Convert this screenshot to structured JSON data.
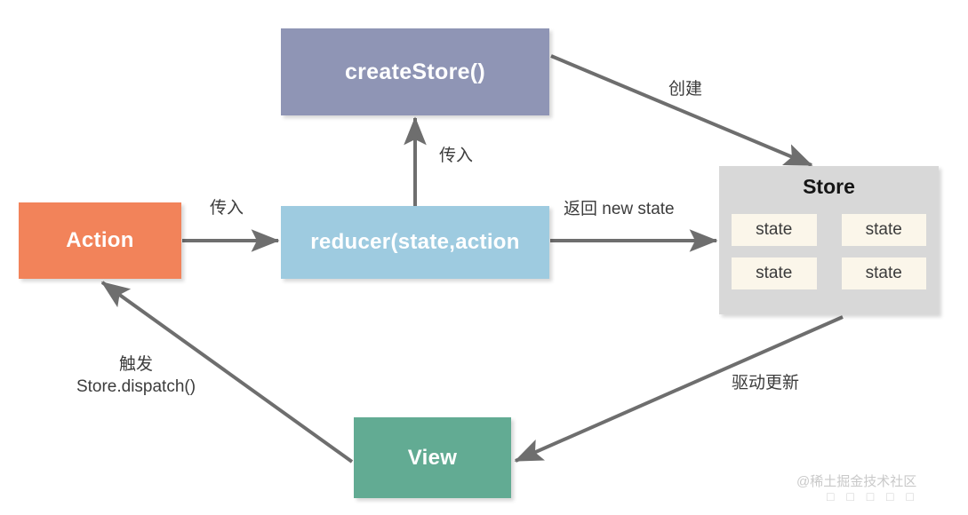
{
  "diagram": {
    "title": "Redux data flow diagram",
    "background": "#ffffff",
    "edge_color": "#6e6e6e",
    "nodes": {
      "create_store": {
        "label": "createStore()",
        "color": "#8f95b5",
        "text_color": "#ffffff"
      },
      "action": {
        "label": "Action",
        "color": "#f2835a",
        "text_color": "#ffffff"
      },
      "reducer": {
        "label": "reducer(state,action",
        "color": "#9ecbe0",
        "text_color": "#ffffff"
      },
      "view": {
        "label": "View",
        "color": "#62ab93",
        "text_color": "#ffffff"
      },
      "store": {
        "title": "Store",
        "color": "#d8d8d8",
        "title_color": "#151515",
        "state_chip_color": "#fbf6ea",
        "states": [
          "state",
          "state",
          "state",
          "state"
        ]
      }
    },
    "edges": [
      {
        "name": "createstore-to-store",
        "label": "创建",
        "from": "create_store",
        "to": "store"
      },
      {
        "name": "reducer-to-createstore",
        "label": "传入",
        "from": "reducer",
        "to": "create_store"
      },
      {
        "name": "action-to-reducer",
        "label": "传入",
        "from": "action",
        "to": "reducer"
      },
      {
        "name": "reducer-to-store",
        "label": "返回 new state",
        "from": "reducer",
        "to": "store"
      },
      {
        "name": "store-to-view",
        "label": "驱动更新",
        "from": "store",
        "to": "view"
      },
      {
        "name": "view-to-action",
        "label_line_1": "触发",
        "label_line_2": "Store.dispatch()",
        "from": "view",
        "to": "action"
      }
    ],
    "watermark": {
      "text": "@稀土掘金技术社区",
      "tofu": "□ □ □ □ □"
    }
  }
}
